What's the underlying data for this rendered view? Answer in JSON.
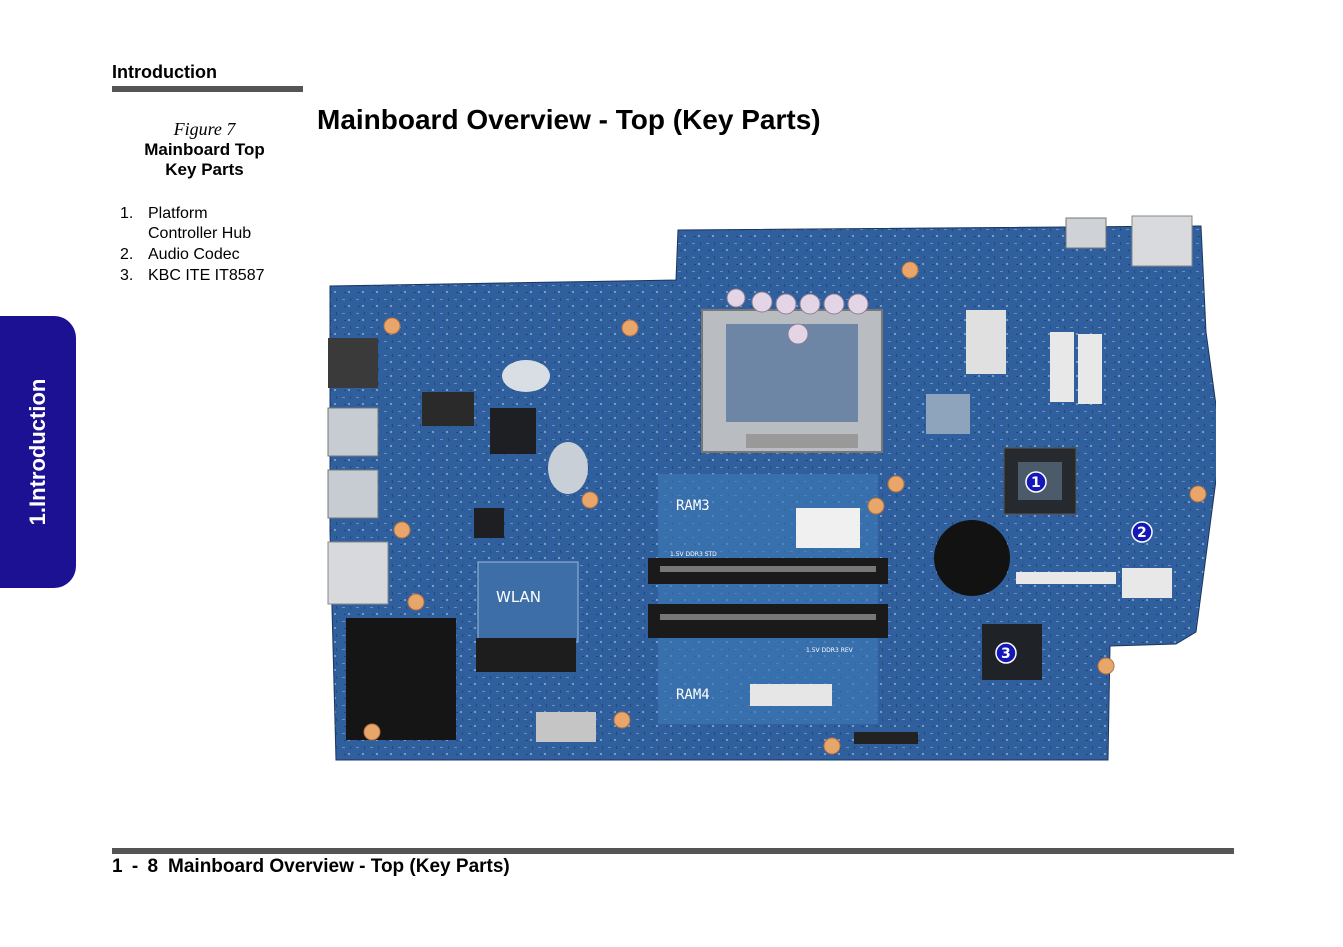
{
  "header": {
    "section": "Introduction"
  },
  "side_tab": {
    "label": "1.Introduction"
  },
  "caption": {
    "figure": "Figure 7",
    "title_line1": "Mainboard Top",
    "title_line2": "Key Parts"
  },
  "parts": [
    {
      "num": "1.",
      "label": "Platform Controller Hub"
    },
    {
      "num": "2.",
      "label": "Audio Codec"
    },
    {
      "num": "3.",
      "label": "KBC ITE IT8587"
    }
  ],
  "page_title": "Mainboard Overview - Top (Key Parts)",
  "board": {
    "labels": {
      "ram3": "RAM3",
      "ram4": "RAM4",
      "wlan": "WLAN",
      "ddr3_std": "1.5V DDR3 STD",
      "ddr3_rev": "1.5V DDR3 REV"
    },
    "markers": [
      "1",
      "2",
      "3"
    ]
  },
  "footer": {
    "page": "1 - 8",
    "title": "Mainboard Overview - Top (Key Parts)"
  },
  "colors": {
    "tab": "#1c1193",
    "board": "#2b5a96",
    "marker": "#1418b8",
    "rule": "#555555"
  }
}
